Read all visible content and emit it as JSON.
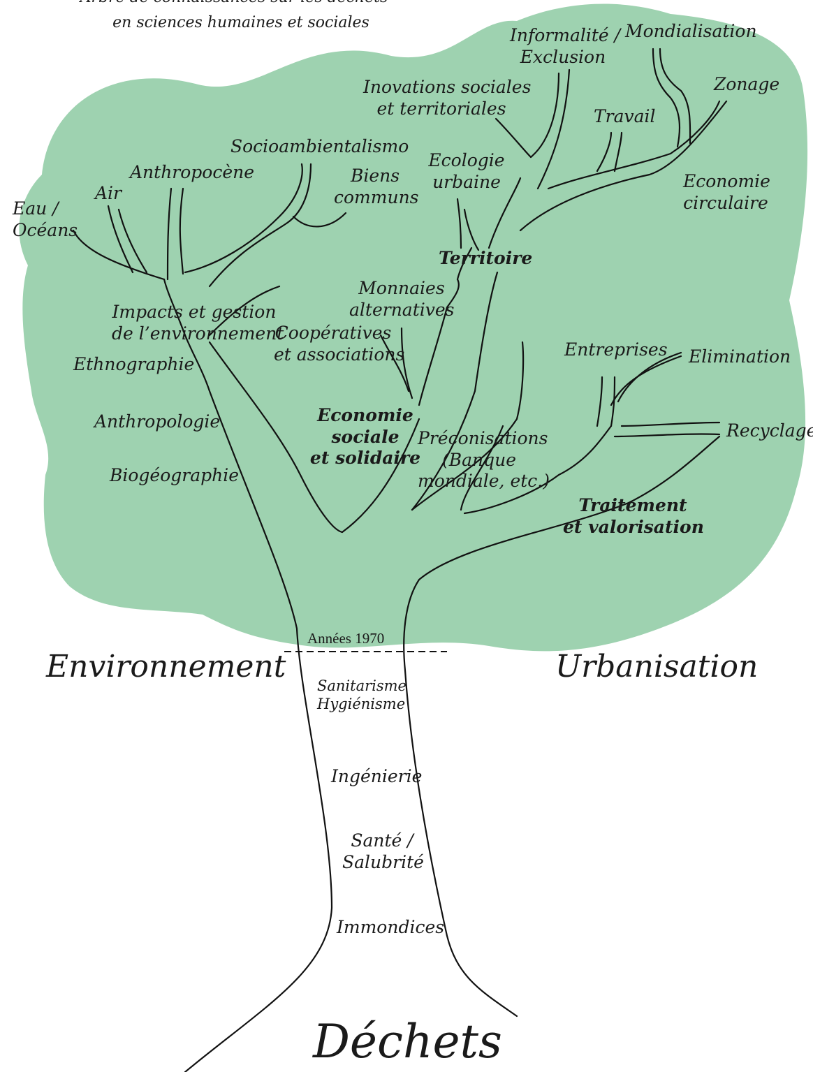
{
  "colors": {
    "canopy": "#9ed2b0",
    "line": "#111111",
    "text": "#1a1a1a"
  },
  "title": {
    "line1": "Arbre de connaissances sur les déchets",
    "line2": "en sciences humaines et sociales"
  },
  "roots": {
    "base": "Déchets",
    "left_branch": "Environnement",
    "right_branch": "Urbanisation"
  },
  "trunk": {
    "era_marker": "Années 1970",
    "items": [
      "Sanitarisme",
      "Hygiénisme",
      "Ingénierie",
      "Santé /",
      "Salubrité",
      "Immondices"
    ]
  },
  "environment": {
    "hub": [
      "Impacts et gestion",
      "de l’environnement"
    ],
    "disciplines": [
      "Ethnographie",
      "Anthropologie",
      "Biogéographie"
    ],
    "branches": {
      "eau": [
        "Eau /",
        "Océans"
      ],
      "air": "Air",
      "anthropocene": "Anthropocène",
      "socioambientalismo": "Socioambientalismo",
      "biens_communs": [
        "Biens",
        "communs"
      ]
    }
  },
  "ess": {
    "hub": [
      "Economie",
      "sociale",
      "et solidaire"
    ],
    "monnaies": [
      "Monnaies",
      "alternatives"
    ],
    "cooperatives": [
      "Coopératives",
      "et associations"
    ]
  },
  "territoire": {
    "hub": "Territoire",
    "ecologie": [
      "Ecologie",
      "urbaine"
    ],
    "inovations": [
      "Inovations sociales",
      "et territoriales"
    ],
    "informalite": [
      "Informalité /",
      "Exclusion"
    ],
    "mondialisation": "Mondialisation",
    "travail": "Travail",
    "zonage": "Zonage",
    "economie_circulaire": [
      "Economie",
      "circulaire"
    ]
  },
  "traitement": {
    "hub": [
      "Traitement",
      "et valorisation"
    ],
    "preconisations": [
      "Préconisations",
      "(Banque",
      "mondiale, etc.)"
    ],
    "entreprises": "Entreprises",
    "elimination": "Elimination",
    "recyclage": "Recyclage"
  }
}
